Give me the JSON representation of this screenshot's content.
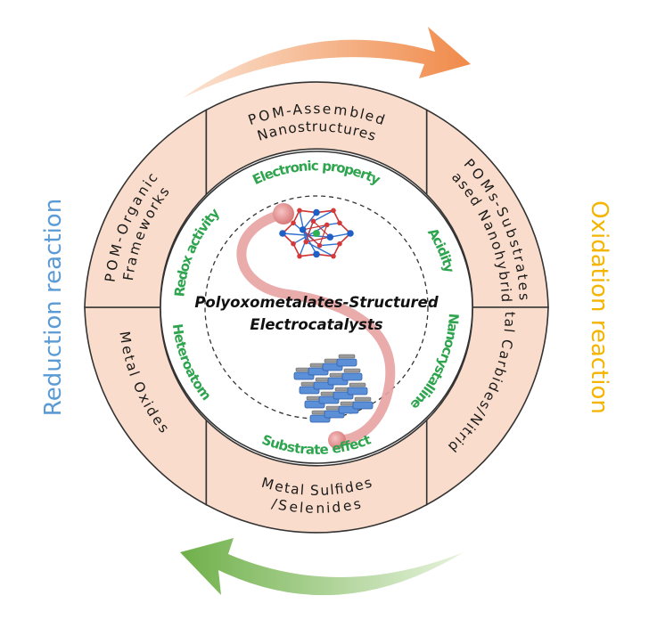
{
  "colors": {
    "segment_fill": "#f9dccb",
    "ring_stroke": "#333333",
    "property_text": "#2fa44f",
    "reduction": "#5b9bd5",
    "oxidation": "#f5b400",
    "top_arrow": "#f4a064",
    "bottom_arrow": "#8cc56d",
    "ribbon": "#e8a2a2"
  },
  "center": {
    "line1": "Polyoxometalates-Structured",
    "line2": "Electrocatalysts"
  },
  "side_labels": {
    "left": "Reduction reaction",
    "right": "Oxidation reaction"
  },
  "segments": {
    "top": [
      "POM-Assembled",
      "Nanostructures"
    ],
    "upper_right": [
      "POMs-Substrates",
      "Based Nanohybrids"
    ],
    "lower_right": [
      "Metal Carbides/Nitrides"
    ],
    "bottom": [
      "Metal Sulfides",
      "/Selenides"
    ],
    "lower_left": [
      "Metal Oxides"
    ],
    "upper_left": [
      "POM-Organic",
      "Frameworks"
    ]
  },
  "properties": {
    "top": "Electronic  property",
    "upper_right": "Acidity",
    "lower_right": "Nanocrystalline",
    "bottom": "Substrate effect",
    "lower_left": "Heteroatom",
    "upper_left": "Redox activity"
  },
  "images": {
    "top": "polyoxometalate-cluster",
    "bottom": "layered-lattice"
  }
}
